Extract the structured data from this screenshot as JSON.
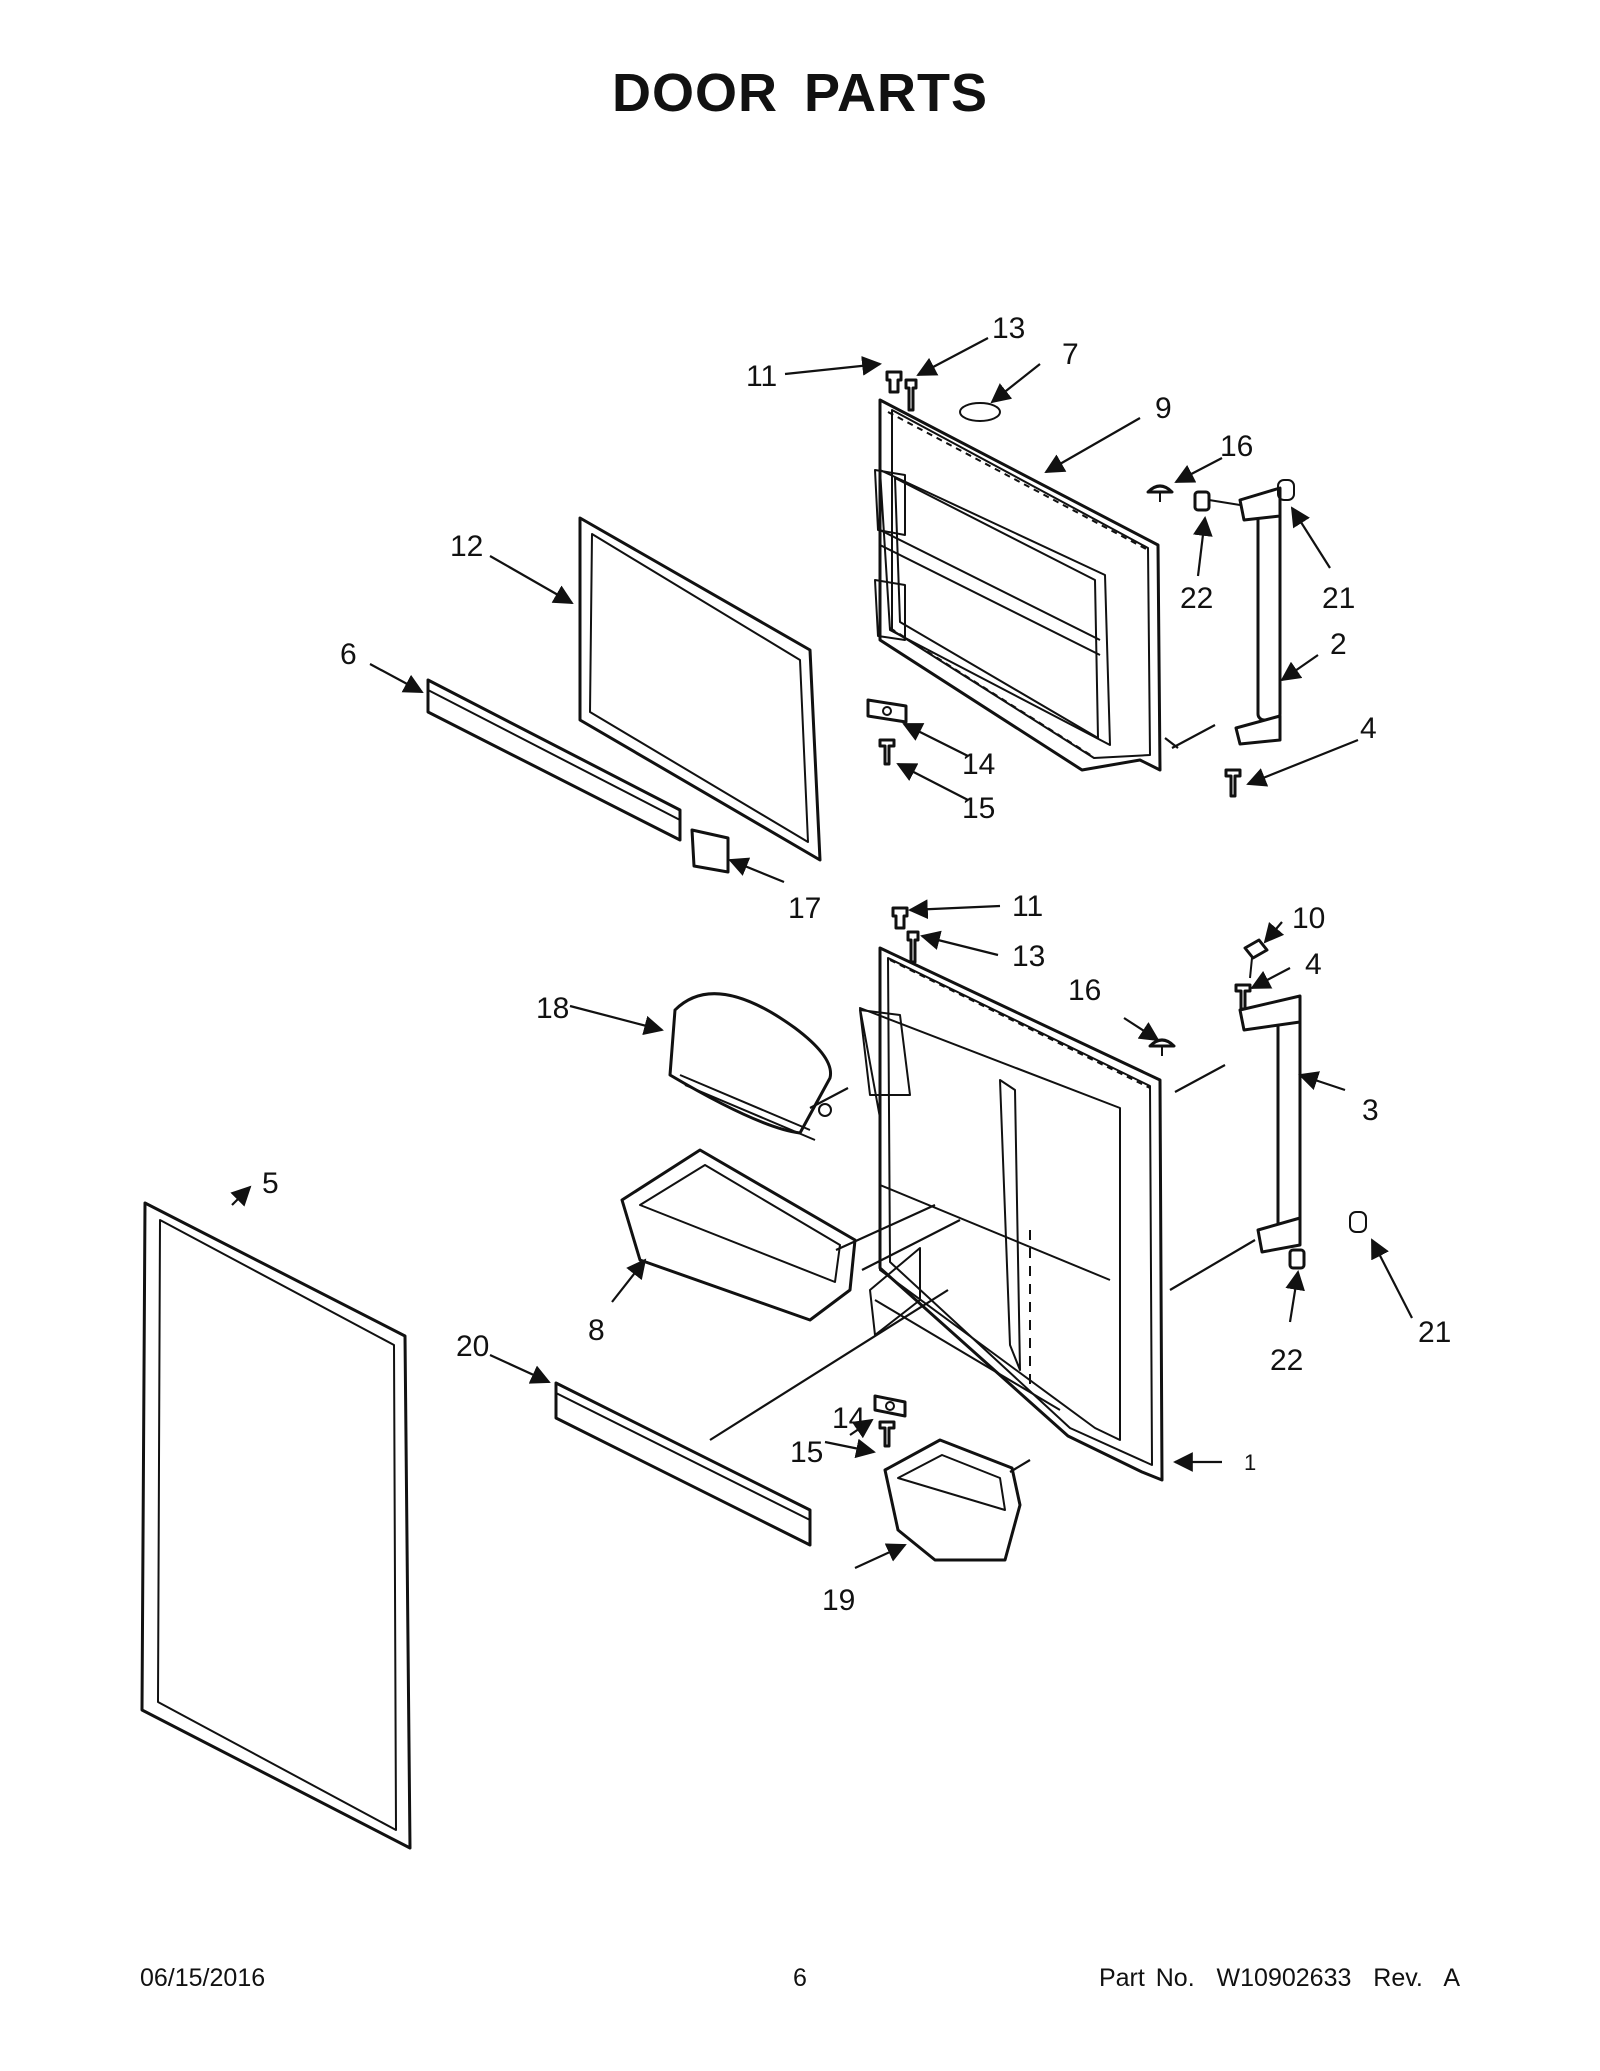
{
  "title": "DOOR PARTS",
  "callouts": {
    "c1": "1",
    "c2": "2",
    "c3": "3",
    "c4a": "4",
    "c4b": "4",
    "c5": "5",
    "c6": "6",
    "c7": "7",
    "c8": "8",
    "c9": "9",
    "c10": "10",
    "c11a": "11",
    "c11b": "11",
    "c12": "12",
    "c13a": "13",
    "c13b": "13",
    "c14a": "14",
    "c14b": "14",
    "c15a": "15",
    "c15b": "15",
    "c16a": "16",
    "c16b": "16",
    "c17": "17",
    "c18": "18",
    "c19": "19",
    "c20": "20",
    "c21a": "21",
    "c21b": "21",
    "c22a": "22",
    "c22b": "22"
  },
  "footer": {
    "date": "06/15/2016",
    "page": "6",
    "part_no": "Part No.  W10902633  Rev.  A"
  }
}
